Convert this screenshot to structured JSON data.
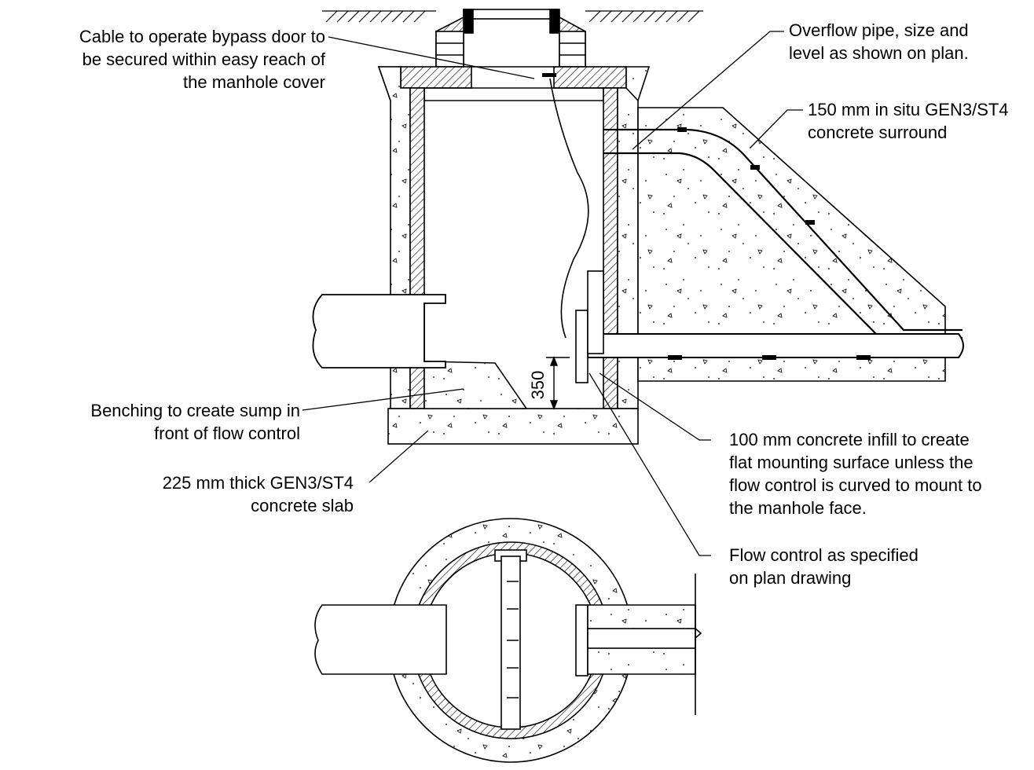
{
  "labels": {
    "cable": [
      "Cable to operate bypass door to",
      "be secured within easy reach of",
      "the manhole cover"
    ],
    "overflow": [
      "Overflow pipe, size and",
      "level as shown on plan."
    ],
    "surround": [
      "150 mm in situ GEN3/ST4",
      "concrete surround"
    ],
    "benching": [
      "Benching to create sump in",
      "front of flow control"
    ],
    "slab": [
      "225 mm thick GEN3/ST4",
      "concrete slab"
    ],
    "infill": [
      "100 mm concrete infill to create",
      "flat mounting surface unless the",
      "flow control is curved to mount to",
      "the manhole face."
    ],
    "flow_control": [
      "Flow control as specified",
      "on plan drawing"
    ]
  },
  "dimension": "350"
}
